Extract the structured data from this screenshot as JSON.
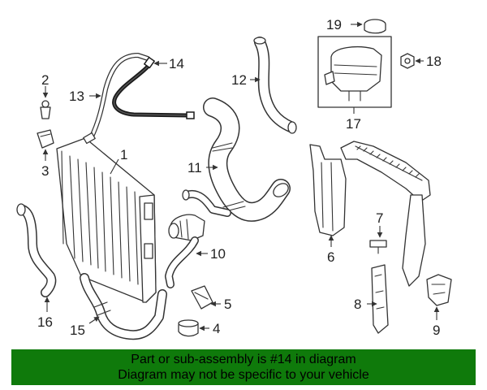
{
  "callouts": {
    "c1": "1",
    "c2": "2",
    "c3": "3",
    "c4": "4",
    "c5": "5",
    "c6": "6",
    "c7": "7",
    "c8": "8",
    "c9": "9",
    "c10": "10",
    "c11": "11",
    "c12": "12",
    "c13": "13",
    "c14": "14",
    "c15": "15",
    "c16": "16",
    "c17": "17",
    "c18": "18",
    "c19": "19"
  },
  "banner": {
    "line1": "Part or sub-assembly is #14 in diagram",
    "line2": "Diagram may not be specific to your vehicle"
  },
  "colors": {
    "banner_bg": "#0f7a0b",
    "highlight_part": "#1a1a1a",
    "line_art": "#333333"
  }
}
